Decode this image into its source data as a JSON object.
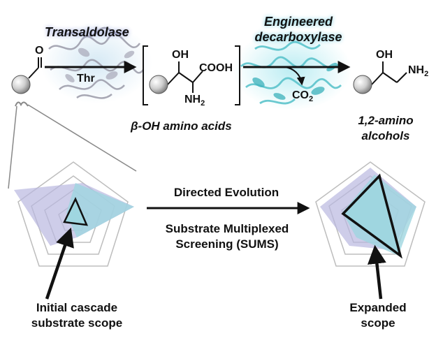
{
  "enzymes": {
    "transaldolase": "Transaldolase",
    "decarboxylase_line1": "Engineered",
    "decarboxylase_line2": "decarboxylase"
  },
  "chem": {
    "aldehyde_O": "O",
    "thr": "Thr",
    "oh_1": "OH",
    "cooh": "COOH",
    "nh2_1_base": "NH",
    "nh2_1_sub": "2",
    "co2_base": "CO",
    "co2_sub": "2",
    "oh_2": "OH",
    "nh2_2_base": "NH",
    "nh2_2_sub": "2"
  },
  "products": {
    "intermediate": "β-OH amino acids",
    "final_line1": "1,2-amino",
    "final_line2": "alcohols"
  },
  "middle": {
    "title": "Directed Evolution",
    "method_line1": "Substrate Multiplexed",
    "method_line2": "Screening (SUMS)"
  },
  "captions": {
    "left_line1": "Initial cascade",
    "left_line2": "substrate scope",
    "right_line1": "Expanded",
    "right_line2": "scope"
  },
  "colors": {
    "lavender": "#b9b8e0",
    "cyan": "#9fd6e0",
    "grid": "#bdbdbd",
    "sphere": "#c8c8c8"
  }
}
